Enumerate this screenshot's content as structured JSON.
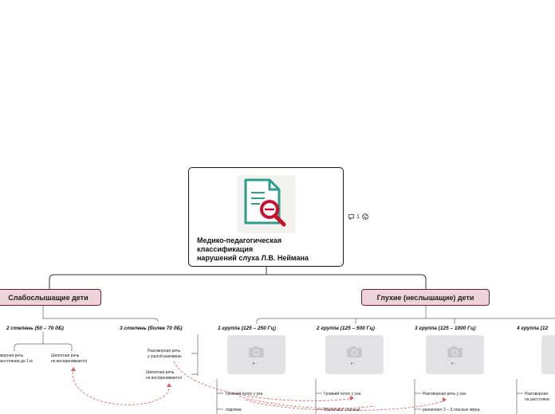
{
  "central": {
    "title": "Медико-педагогическая\nклассификация\nнарушений слуха Л.В. Неймана",
    "note_count": "1"
  },
  "main_topics": {
    "hard_of_hearing": "Слабослышащие дети",
    "deaf": "Глухие (неслышащие) дети"
  },
  "subtopics": {
    "degree2": "2 степень (50 – 70 дБ)",
    "degree3": "3 степень (более 70 дБ)",
    "group1": "1 группа (125 – 250 Гц)",
    "group2": "2 группа (125 – 500 Гц)",
    "group3": "3 группа (125 – 1000 Гц)",
    "group4": "4 группа (12"
  },
  "leaves": {
    "d2_speech": "оворная речь\nрасстоянии до 1 м",
    "d2_whisper": "Шепотная речь\nне воспринимается",
    "d3_speech": "Разговорная речь\nу ушной раковины",
    "d3_whisper": "Шепотная речь\nне воспринимается",
    "g1_loud": "Громкий голос у уха",
    "g1_second": "подтема",
    "g2_loud": "Громкий голос у уха",
    "g2_vowels": "Различают гласные",
    "g3_speech": "Разговорная речь у уха",
    "g3_vowels": "различают 2 – 3 гласных звука,",
    "g4_speech": "Разговорная\nна расстояни"
  }
}
